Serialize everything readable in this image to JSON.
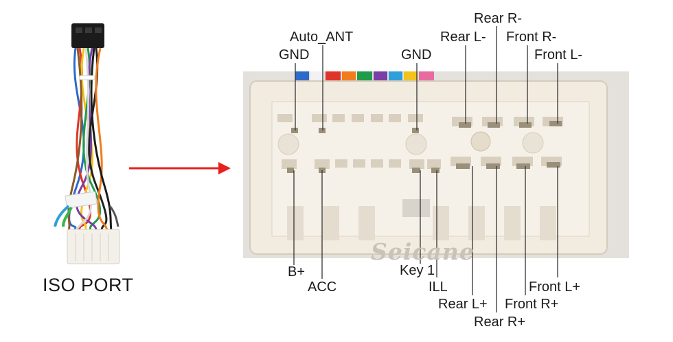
{
  "harness": {
    "caption": "ISO PORT"
  },
  "brand": {
    "watermark": "Seicane"
  },
  "pin_labels": {
    "gnd_left": "GND",
    "auto_ant": "Auto_ANT",
    "gnd_mid": "GND",
    "rear_l_minus": "Rear L-",
    "rear_r_minus": "Rear R-",
    "front_r_minus": "Front R-",
    "front_l_minus": "Front L-",
    "b_plus": "B+",
    "acc": "ACC",
    "key1": "Key 1",
    "ill": "ILL",
    "rear_l_plus": "Rear L+",
    "front_r_plus": "Front R+",
    "rear_r_plus": "Rear R+",
    "front_l_plus": "Front L+"
  },
  "colors": {
    "arrow": "#e8201e",
    "connector_body": "#efe9df",
    "leader_line": "#333333",
    "pin_metal": "#9a8f7a",
    "wire_colors": [
      "#2d6ac9",
      "#e0342a",
      "#f2c31d",
      "#1f9b4a",
      "#7a3fa6",
      "#222222",
      "#f07c1e",
      "#8a5a2b",
      "#d9d9d9"
    ]
  }
}
